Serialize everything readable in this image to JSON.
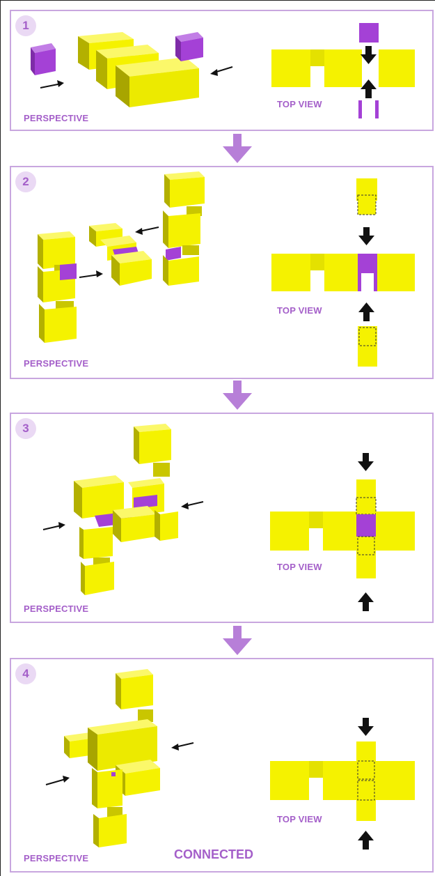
{
  "panels": [
    {
      "number": "1",
      "perspective_label": "PERSPECTIVE",
      "top_view_label": "TOP VIEW"
    },
    {
      "number": "2",
      "perspective_label": "PERSPECTIVE",
      "top_view_label": "TOP VIEW"
    },
    {
      "number": "3",
      "perspective_label": "PERSPECTIVE",
      "top_view_label": "TOP VIEW"
    },
    {
      "number": "4",
      "perspective_label": "PERSPECTIVE",
      "top_view_label": "TOP VIEW",
      "status_label": "CONNECTED"
    }
  ],
  "colors": {
    "block": "#f5f200",
    "connector": "#a441d6",
    "accent": "#a45fc9",
    "border": "#c8a6df"
  }
}
